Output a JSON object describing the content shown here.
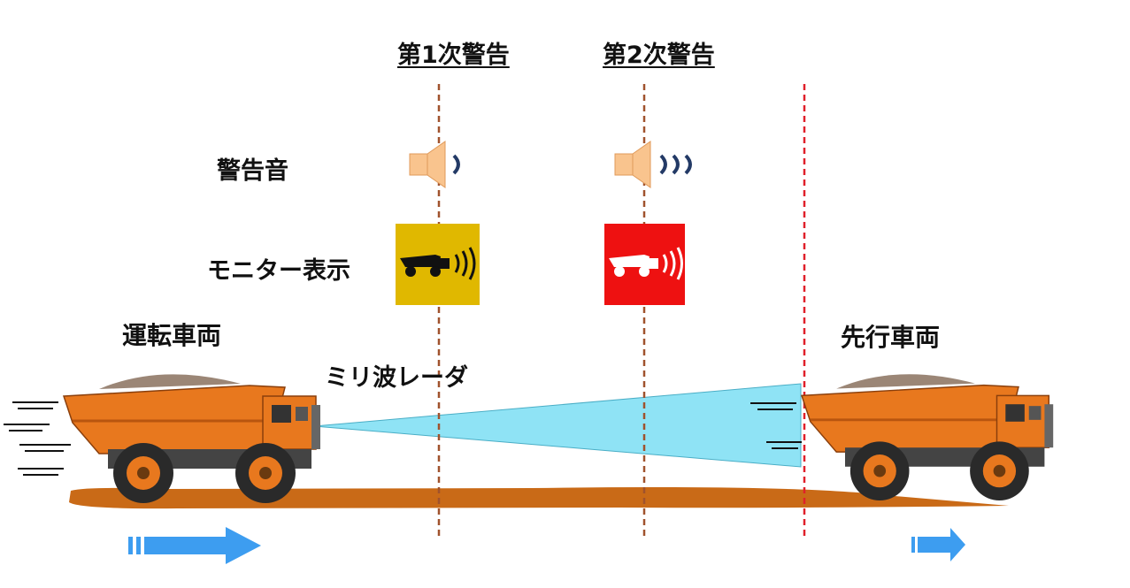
{
  "headers": {
    "first_warning": "第1次警告",
    "second_warning": "第2次警告"
  },
  "rows": {
    "warning_sound": "警告音",
    "monitor_display": "モニター表示"
  },
  "vehicles": {
    "own_vehicle": "運転車両",
    "preceding_vehicle": "先行車両"
  },
  "radar": {
    "label": "ミリ波レーダ"
  },
  "colors": {
    "first_warning_panel": "#e0b800",
    "second_warning_panel": "#ee1111",
    "radar_beam": "#8fe3f5",
    "ground": "#c96a17",
    "arrow": "#3d9df0",
    "speaker": "#f9c48e",
    "sound_wave": "#233a66",
    "threshold_line_1": "#a0522d",
    "threshold_line_2": "#a0522d",
    "threshold_line_3": "#e0202a"
  },
  "icons": {
    "speaker_first": "speaker-one-wave-icon",
    "speaker_second": "speaker-three-waves-icon",
    "monitor_first": "dump-truck-radar-icon",
    "monitor_second": "dump-truck-radar-icon"
  }
}
